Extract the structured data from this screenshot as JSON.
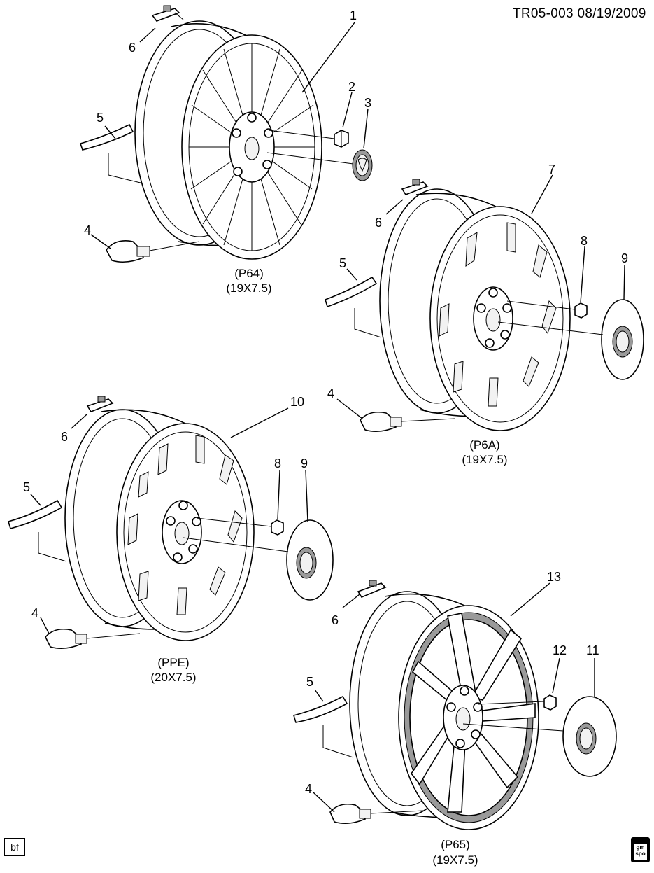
{
  "header": {
    "code": "TR05-003  08/19/2009"
  },
  "groups": [
    {
      "option": "(P64)",
      "size": "(19X7.5)"
    },
    {
      "option": "(P6A)",
      "size": "(19X7.5)"
    },
    {
      "option": "(PPE)",
      "size": "(20X7.5)"
    },
    {
      "option": "(P65)",
      "size": "(19X7.5)"
    }
  ],
  "callouts": {
    "g1": {
      "n1": "1",
      "n2": "2",
      "n3": "3",
      "n4": "4",
      "n5": "5",
      "n6": "6"
    },
    "g2": {
      "n7": "7",
      "n8": "8",
      "n9": "9",
      "n4": "4",
      "n5": "5",
      "n6": "6"
    },
    "g3": {
      "n10": "10",
      "n8": "8",
      "n9": "9",
      "n4": "4",
      "n5": "5",
      "n6": "6"
    },
    "g4": {
      "n13": "13",
      "n12": "12",
      "n11": "11",
      "n4": "4",
      "n5": "5",
      "n6": "6"
    }
  },
  "footer": {
    "badge": "bf",
    "logo_top": "gm",
    "logo_bottom": "spo"
  }
}
